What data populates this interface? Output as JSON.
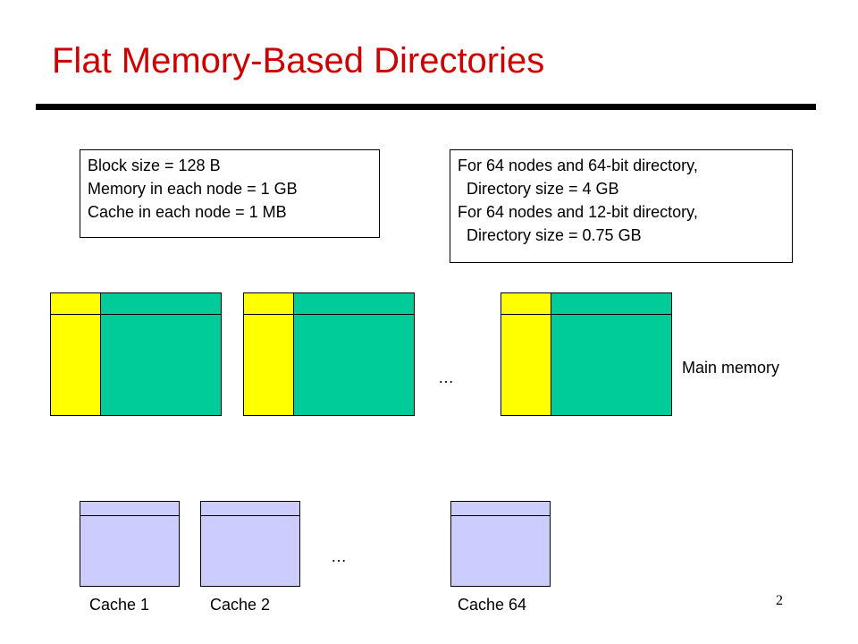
{
  "slide": {
    "title": "Flat Memory-Based Directories",
    "page_number": "2"
  },
  "info_left": {
    "lines": [
      "Block size = 128 B",
      "Memory in each node = 1 GB",
      "Cache in each node = 1 MB"
    ]
  },
  "info_right": {
    "lines": [
      "For 64 nodes and 64-bit directory,",
      "  Directory size = 4 GB",
      "For 64 nodes and 12-bit directory,",
      "  Directory size = 0.75 GB"
    ]
  },
  "memory": {
    "label": "Main memory",
    "ellipsis": "…"
  },
  "caches": {
    "labels": [
      "Cache 1",
      "Cache 2",
      "Cache 64"
    ],
    "ellipsis": "…"
  },
  "colors": {
    "title": "#cc0000",
    "directory_bits": "#ffff00",
    "memory_data": "#00cc99",
    "cache": "#ccccff"
  }
}
